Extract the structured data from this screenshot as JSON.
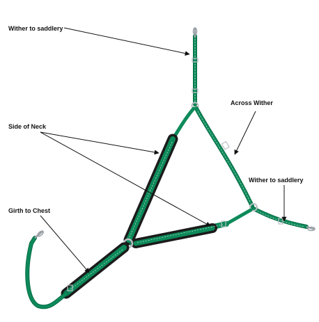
{
  "labels": {
    "wither_to_saddlery_top": "Wither to saddlery",
    "across_wither": "Across Wither",
    "side_of_neck": "Side of Neck",
    "wither_to_saddlery_right": "Wither to saddlery",
    "girth_to_chest": "Girth to Chest"
  },
  "colors": {
    "strap": "#0d8a5a",
    "strap_edge": "#066a44",
    "stitch": "#e8f5ee",
    "padding": "#1b1b1b",
    "hardware": "#b9bfc4",
    "arrow": "#111111"
  }
}
